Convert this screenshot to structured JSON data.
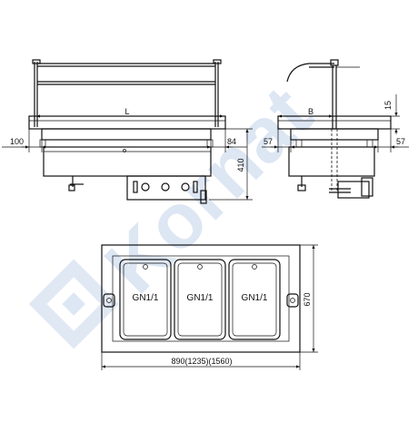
{
  "watermark": {
    "text": "Kornat",
    "color": "#dde6f3"
  },
  "front_view": {
    "dim_length": "L",
    "dim_left_overhang": "100",
    "dim_right_overhang": "84",
    "dim_height": "410"
  },
  "side_view": {
    "dim_depth": "B",
    "dim_top_offset": "15",
    "dim_left_inset": "57",
    "dim_right_inset": "57"
  },
  "top_view": {
    "containers": [
      "GN1/1",
      "GN1/1",
      "GN1/1"
    ],
    "dim_width": "890(1235)(1560)",
    "dim_depth": "670"
  }
}
